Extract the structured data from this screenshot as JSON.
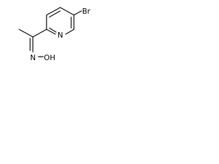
{
  "molecule": {
    "atoms": {
      "bromine": "Br",
      "ring_nitrogen": "N",
      "oxime_nitrogen": "N",
      "hydroxyl": "OH"
    },
    "hydroxyl_bond_text": "N–OH"
  },
  "colors": {
    "bond": "#000000",
    "text": "#000000",
    "background": "#ffffff"
  }
}
